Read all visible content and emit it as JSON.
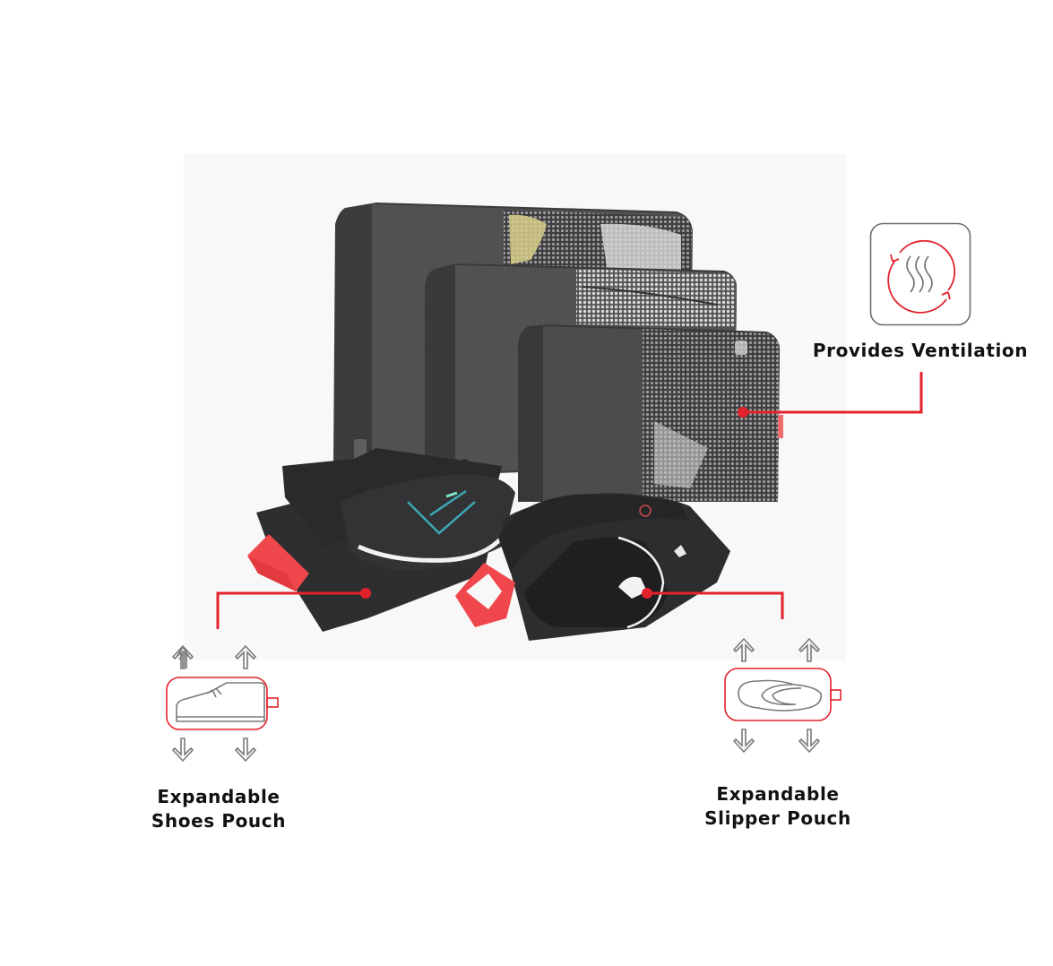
{
  "colors": {
    "accent": "#e3222b",
    "icon_gray": "#6e6e6e",
    "cube_dark": "#4a4a4c",
    "cube_darker": "#3a3a3c",
    "pouch_black": "#2c2c2e",
    "handle_red": "#f0474c",
    "photo_bg": "#f8f8f8",
    "text": "#111111"
  },
  "product": {
    "description": "Packing cubes set with shoe pouch and slipper pouch"
  },
  "callouts": [
    {
      "id": "ventilation",
      "label": "Provides Ventilation",
      "icon": "ventilation-icon"
    },
    {
      "id": "shoes-pouch",
      "label_line1": "Expandable",
      "label_line2": "Shoes Pouch",
      "icon": "shoe-pouch-icon"
    },
    {
      "id": "slipper-pouch",
      "label_line1": "Expandable",
      "label_line2": "Slipper Pouch",
      "icon": "slipper-pouch-icon"
    }
  ]
}
